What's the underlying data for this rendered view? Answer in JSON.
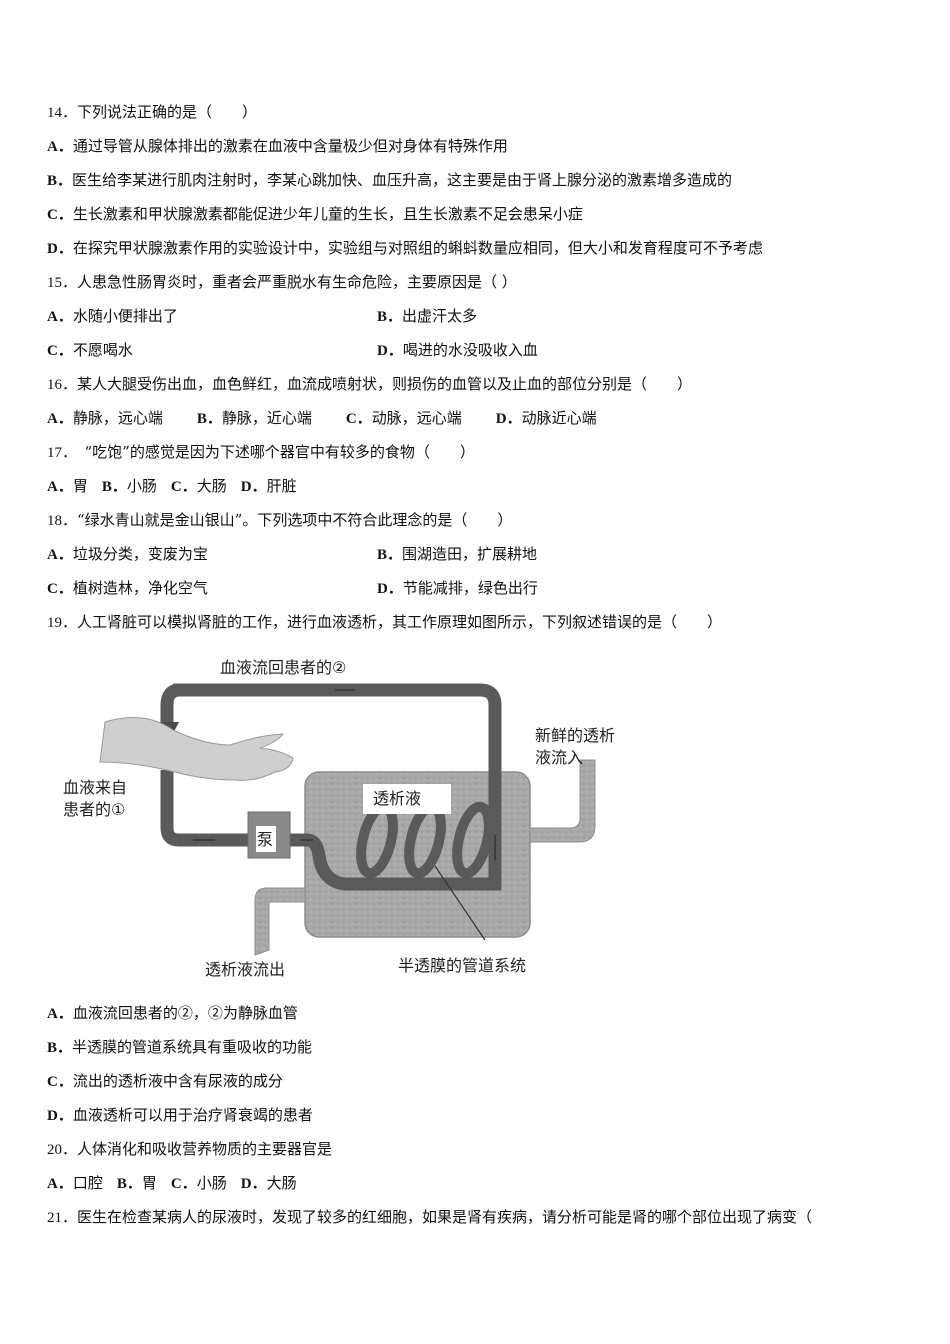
{
  "questions": [
    {
      "number": "14．",
      "stem": "下列说法正确的是（　　）",
      "layout": "stacked",
      "options": [
        {
          "letter": "A．",
          "text": "通过导管从腺体排出的激素在血液中含量极少但对身体有特殊作用"
        },
        {
          "letter": "B．",
          "text": "医生给李某进行肌肉注射时，李某心跳加快、血压升高，这主要是由于肾上腺分泌的激素增多造成的"
        },
        {
          "letter": "C．",
          "text": "生长激素和甲状腺激素都能促进少年儿童的生长，且生长激素不足会患呆小症"
        },
        {
          "letter": "D．",
          "text": "在探究甲状腺激素作用的实验设计中，实验组与对照组的蝌蚪数量应相同，但大小和发育程度可不予考虑"
        }
      ]
    },
    {
      "number": "15．",
      "stem": "人患急性肠胃炎时，重者会严重脱水有生命危险，主要原因是（ ）",
      "layout": "two-column",
      "options": [
        {
          "letter": "A．",
          "text": "水随小便排出了"
        },
        {
          "letter": "B．",
          "text": "出虚汗太多"
        },
        {
          "letter": "C．",
          "text": "不愿喝水"
        },
        {
          "letter": "D．",
          "text": "喝进的水没吸收入血"
        }
      ]
    },
    {
      "number": "16．",
      "stem": "某人大腿受伤出血，血色鲜红，血流成喷射状，则损伤的血管以及止血的部位分别是（　　）",
      "layout": "inline",
      "options": [
        {
          "letter": "A．",
          "text": "静脉，远心端"
        },
        {
          "letter": "B．",
          "text": "静脉，近心端"
        },
        {
          "letter": "C．",
          "text": "动脉，远心端"
        },
        {
          "letter": "D．",
          "text": "动脉近心端"
        }
      ]
    },
    {
      "number": "17．",
      "stem": "　“吃饱”的感觉是因为下述哪个器官中有较多的食物（　　）",
      "layout": "inline",
      "options": [
        {
          "letter": "A．",
          "text": "胃"
        },
        {
          "letter": "B．",
          "text": "小肠"
        },
        {
          "letter": "C．",
          "text": "大肠"
        },
        {
          "letter": "D．",
          "text": "肝脏"
        }
      ]
    },
    {
      "number": "18．",
      "stem": "“绿水青山就是金山银山”。下列选项中不符合此理念的是（　　）",
      "layout": "two-column",
      "options": [
        {
          "letter": "A．",
          "text": "垃圾分类，变废为宝"
        },
        {
          "letter": "B．",
          "text": "围湖造田，扩展耕地"
        },
        {
          "letter": "C．",
          "text": "植树造林，净化空气"
        },
        {
          "letter": "D．",
          "text": "节能减排，绿色出行"
        }
      ]
    },
    {
      "number": "19．",
      "stem": "人工肾脏可以模拟肾脏的工作，进行血液透析，其工作原理如图所示，下列叙述错误的是（　　）",
      "figure": {
        "label_return": "血液流回患者的②",
        "label_from": [
          "血液来自",
          "患者的①"
        ],
        "label_fresh": [
          "新鲜的透析",
          "液流入"
        ],
        "label_dialysate": "透析液",
        "label_pump": "泵",
        "label_outflow": "透析液流出",
        "label_membrane": "半透膜的管道系统"
      },
      "layout": "stacked",
      "options": [
        {
          "letter": "A．",
          "text": "血液流回患者的②，②为静脉血管"
        },
        {
          "letter": "B．",
          "text": "半透膜的管道系统具有重吸收的功能"
        },
        {
          "letter": "C．",
          "text": "流出的透析液中含有尿液的成分"
        },
        {
          "letter": "D．",
          "text": "血液透析可以用于治疗肾衰竭的患者"
        }
      ]
    },
    {
      "number": "20．",
      "stem": "人体消化和吸收营养物质的主要器官是",
      "layout": "inline",
      "options": [
        {
          "letter": "A．",
          "text": "口腔"
        },
        {
          "letter": "B．",
          "text": "胃"
        },
        {
          "letter": "C．",
          "text": "小肠"
        },
        {
          "letter": "D．",
          "text": "大肠"
        }
      ]
    },
    {
      "number": "21．",
      "stem": "医生在检查某病人的尿液时，发现了较多的红细胞，如果是肾有疾病，请分析可能是肾的哪个部位出现了病变（",
      "layout": "none",
      "options": []
    }
  ]
}
